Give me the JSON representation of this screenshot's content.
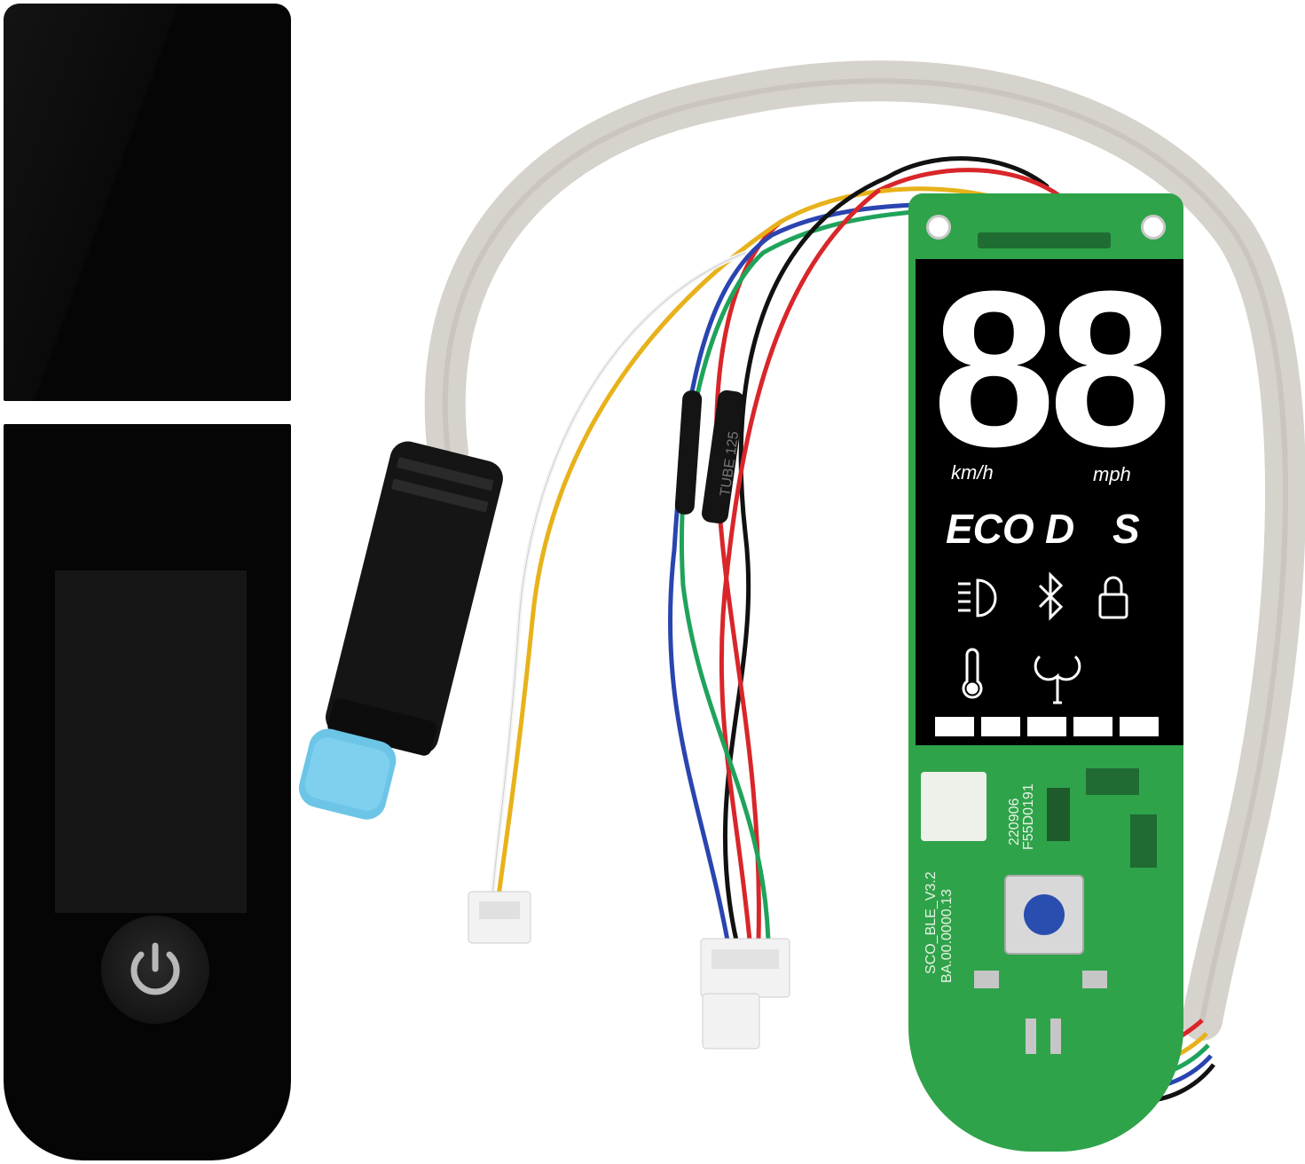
{
  "colors": {
    "background": "#ffffff",
    "cover_black": "#050505",
    "pcb_green": "#2fa34a",
    "cable_grey": "#d6d2cc",
    "connector_blue": "#6cc5e6",
    "lcd_segment": "#ffffff"
  },
  "display": {
    "speed_digits": "88",
    "unit_left": "km/h",
    "unit_right": "mph",
    "modes": [
      "ECO",
      "D",
      "S"
    ],
    "indicator_icons": [
      "headlight-icon",
      "bluetooth-icon",
      "lock-icon",
      "thermometer-icon",
      "wrench-icon"
    ],
    "battery_bar_segments": 5
  },
  "pcb": {
    "silkscreen_lines": [
      "F55D0191",
      "220906",
      "SCO_BLE_V3.2",
      "BA.00.0000.13"
    ]
  },
  "cable": {
    "sleeve_label": "TUBE 125"
  },
  "cover": {
    "power_icon": "power-icon"
  }
}
